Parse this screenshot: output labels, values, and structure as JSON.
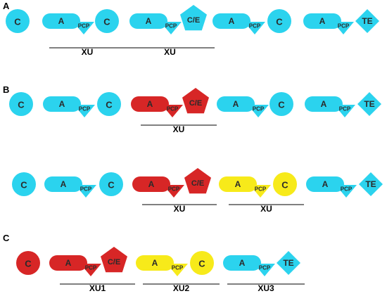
{
  "colors": {
    "cyan": "#2bd3ee",
    "red": "#d72626",
    "yellow": "#f7ea1a",
    "line": "#000000"
  },
  "sections": [
    {
      "label": "A",
      "rows": [
        {
          "modules": [
            {
              "type": "C",
              "color": "cyan"
            },
            {
              "type": "A",
              "color": "cyan"
            },
            {
              "type": "PCP",
              "color": "cyan"
            },
            {
              "type": "C",
              "color": "cyan"
            },
            {
              "type": "A",
              "color": "cyan"
            },
            {
              "type": "PCP",
              "color": "cyan"
            },
            {
              "type": "C/E",
              "color": "cyan"
            },
            {
              "type": "A",
              "color": "cyan"
            },
            {
              "type": "PCP",
              "color": "cyan"
            },
            {
              "type": "C",
              "color": "cyan"
            },
            {
              "type": "A",
              "color": "cyan"
            },
            {
              "type": "PCP",
              "color": "cyan"
            },
            {
              "type": "TE",
              "color": "cyan"
            }
          ],
          "xu": [
            "XU",
            "XU"
          ]
        }
      ]
    },
    {
      "label": "B",
      "rows": [
        {
          "modules": [
            {
              "type": "C",
              "color": "cyan"
            },
            {
              "type": "A",
              "color": "cyan"
            },
            {
              "type": "PCP",
              "color": "cyan"
            },
            {
              "type": "C",
              "color": "cyan"
            },
            {
              "type": "A",
              "color": "red"
            },
            {
              "type": "PCP",
              "color": "red"
            },
            {
              "type": "C/E",
              "color": "red"
            },
            {
              "type": "A",
              "color": "cyan"
            },
            {
              "type": "PCP",
              "color": "cyan"
            },
            {
              "type": "C",
              "color": "cyan"
            },
            {
              "type": "A",
              "color": "cyan"
            },
            {
              "type": "PCP",
              "color": "cyan"
            },
            {
              "type": "TE",
              "color": "cyan"
            }
          ],
          "xu": [
            "XU"
          ]
        },
        {
          "modules": [
            {
              "type": "C",
              "color": "cyan"
            },
            {
              "type": "A",
              "color": "cyan"
            },
            {
              "type": "PCP",
              "color": "cyan"
            },
            {
              "type": "C",
              "color": "cyan"
            },
            {
              "type": "A",
              "color": "red"
            },
            {
              "type": "PCP",
              "color": "red"
            },
            {
              "type": "C/E",
              "color": "red"
            },
            {
              "type": "A",
              "color": "yellow"
            },
            {
              "type": "PCP",
              "color": "yellow"
            },
            {
              "type": "C",
              "color": "yellow"
            },
            {
              "type": "A",
              "color": "cyan"
            },
            {
              "type": "PCP",
              "color": "cyan"
            },
            {
              "type": "TE",
              "color": "cyan"
            }
          ],
          "xu": [
            "XU",
            "XU"
          ]
        }
      ]
    },
    {
      "label": "C",
      "rows": [
        {
          "modules": [
            {
              "type": "C",
              "color": "red"
            },
            {
              "type": "A",
              "color": "red"
            },
            {
              "type": "PCP",
              "color": "red"
            },
            {
              "type": "C/E",
              "color": "red"
            },
            {
              "type": "A",
              "color": "yellow"
            },
            {
              "type": "PCP",
              "color": "yellow"
            },
            {
              "type": "C",
              "color": "yellow"
            },
            {
              "type": "A",
              "color": "cyan"
            },
            {
              "type": "PCP",
              "color": "cyan"
            },
            {
              "type": "TE",
              "color": "cyan"
            }
          ],
          "xu": [
            "XU1",
            "XU2",
            "XU3"
          ]
        }
      ]
    }
  ]
}
